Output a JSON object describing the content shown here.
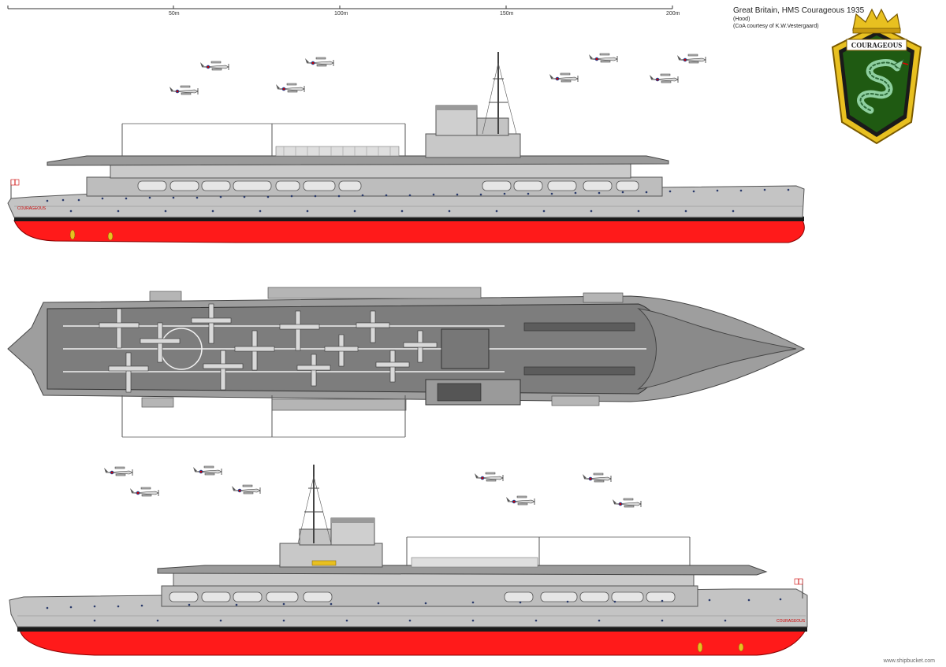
{
  "header": {
    "title": "Great Britain, HMS Courageous 1935",
    "subtitle": "(Hood)",
    "credit": "(CoA courtesy of   K.W.Vestergaard)"
  },
  "scale_bar": {
    "labels": [
      "50m",
      "100m",
      "150m",
      "200m"
    ]
  },
  "crest": {
    "motto": "COURAGEOUS"
  },
  "hull_name": "COURAGEOUS",
  "watermark": "www.shipbucket.com",
  "colors": {
    "hull_grey": "#c4c4c4",
    "deck_grey": "#7d7d7d",
    "red_bottom": "#ff1a1a",
    "boot_black": "#1a1a1a",
    "crest_green": "#1f5a12",
    "crest_gold": "#e8c020"
  },
  "icons": [
    "aircraft-icon",
    "crest-icon",
    "ensign-flag-icon",
    "propeller-icon"
  ]
}
